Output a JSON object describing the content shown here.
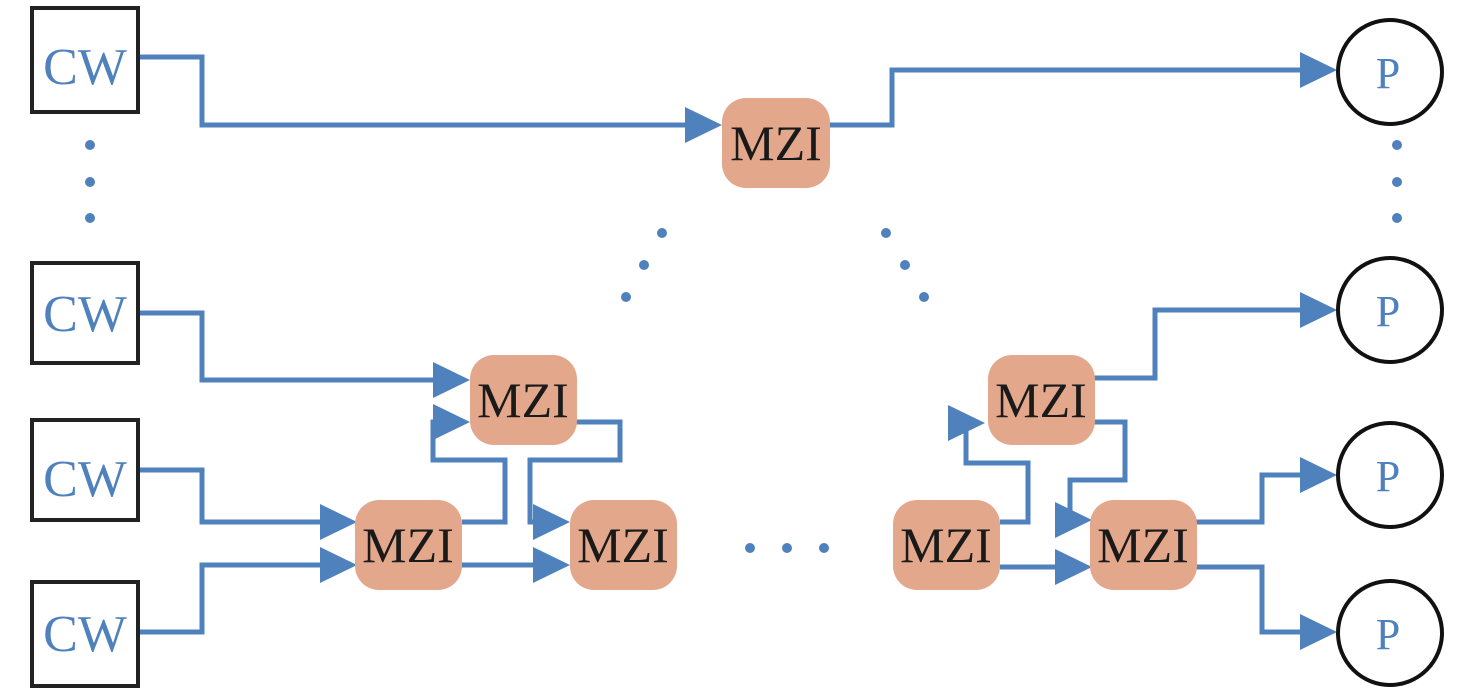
{
  "labels": {
    "source": "CW",
    "interferometer": "MZI",
    "detector": "P"
  },
  "colors": {
    "line": "#4f81bd",
    "source_text": "#4f81bd",
    "detector_text": "#4f81bd",
    "mzi_fill": "#e3a88c",
    "mzi_text": "#1a1a1a",
    "box_border": "#222222",
    "dot": "#4f81bd"
  },
  "diagram": {
    "sources": [
      "CW",
      "CW",
      "CW",
      "CW"
    ],
    "interferometers": [
      "MZI",
      "MZI",
      "MZI",
      "MZI",
      "MZI",
      "MZI",
      "MZI"
    ],
    "detectors": [
      "P",
      "P",
      "P",
      "P"
    ]
  }
}
